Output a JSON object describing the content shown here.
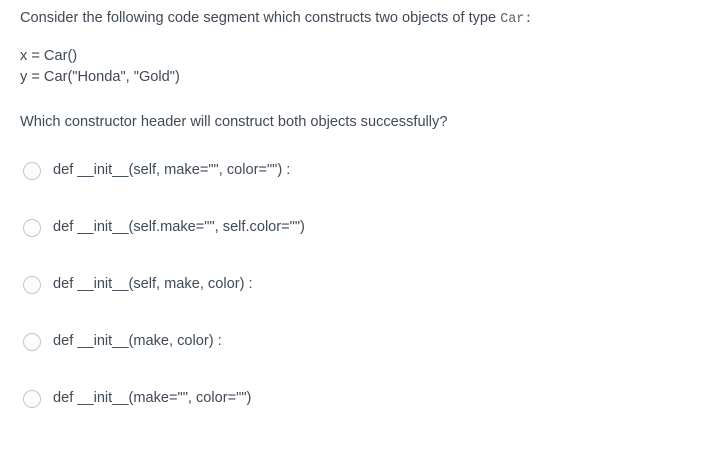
{
  "question": {
    "stem_before_code": "Consider the following code segment which constructs two objects of type ",
    "stem_inline_code": "Car:",
    "code_lines": [
      "x = Car()",
      "y = Car(\"Honda\", \"Gold\")"
    ],
    "prompt": "Which constructor header will construct both objects successfully?"
  },
  "options": [
    {
      "id": "option-a",
      "label": "def __init__(self, make=\"\", color=\"\") :",
      "selected": false
    },
    {
      "id": "option-b",
      "label": "def __init__(self.make=\"\", self.color=\"\")",
      "selected": false
    },
    {
      "id": "option-c",
      "label": "def __init__(self, make, color) :",
      "selected": false
    },
    {
      "id": "option-d",
      "label": "def __init__(make, color) :",
      "selected": false
    },
    {
      "id": "option-e",
      "label": "def __init__(make=\"\", color=\"\")",
      "selected": false
    }
  ],
  "colors": {
    "background": "#ffffff",
    "text": "#3f4a56",
    "inline_code_text": "#566370",
    "radio_border": "#c2c7cd",
    "radio_fill": "#fbfcfe"
  }
}
